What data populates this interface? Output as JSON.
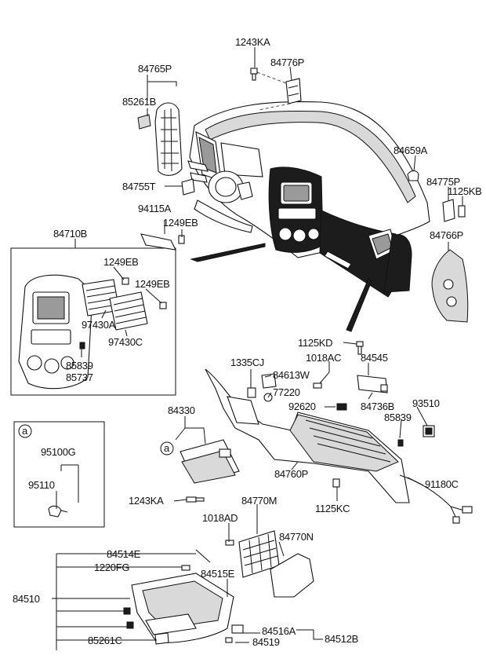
{
  "labels": [
    {
      "key": "l1243KA_top",
      "text": "1243KA"
    },
    {
      "key": "l84776P",
      "text": "84776P"
    },
    {
      "key": "l84765P",
      "text": "84765P"
    },
    {
      "key": "l85261B",
      "text": "85261B"
    },
    {
      "key": "l84659A",
      "text": "84659A"
    },
    {
      "key": "l84775P",
      "text": "84775P"
    },
    {
      "key": "l1125KB",
      "text": "1125KB"
    },
    {
      "key": "l84755T",
      "text": "84755T"
    },
    {
      "key": "l94115A",
      "text": "94115A"
    },
    {
      "key": "l1249EB_a",
      "text": "1249EB"
    },
    {
      "key": "l84766P",
      "text": "84766P"
    },
    {
      "key": "l84710B",
      "text": "84710B"
    },
    {
      "key": "l1249EB_b",
      "text": "1249EB"
    },
    {
      "key": "l1249EB_c",
      "text": "1249EB"
    },
    {
      "key": "l97430A",
      "text": "97430A"
    },
    {
      "key": "l97430C",
      "text": "97430C"
    },
    {
      "key": "l85839_a",
      "text": "85839"
    },
    {
      "key": "l85737",
      "text": "85737"
    },
    {
      "key": "l1125KD",
      "text": "1125KD"
    },
    {
      "key": "l1335CJ",
      "text": "1335CJ"
    },
    {
      "key": "l1018AC",
      "text": "1018AC"
    },
    {
      "key": "l84545",
      "text": "84545"
    },
    {
      "key": "l84613W",
      "text": "84613W"
    },
    {
      "key": "l77220",
      "text": "77220"
    },
    {
      "key": "l92620",
      "text": "92620"
    },
    {
      "key": "l84736B",
      "text": "84736B"
    },
    {
      "key": "l93510",
      "text": "93510"
    },
    {
      "key": "l85839_b",
      "text": "85839"
    },
    {
      "key": "lcircleA_box",
      "text": "a"
    },
    {
      "key": "l95100G",
      "text": "95100G"
    },
    {
      "key": "l95110",
      "text": "95110"
    },
    {
      "key": "l84330",
      "text": "84330"
    },
    {
      "key": "lcircleA_main",
      "text": "a"
    },
    {
      "key": "l84760P",
      "text": "84760P"
    },
    {
      "key": "l91180C",
      "text": "91180C"
    },
    {
      "key": "l1243KA_bot",
      "text": "1243KA"
    },
    {
      "key": "l1125KC",
      "text": "1125KC"
    },
    {
      "key": "l84770M",
      "text": "84770M"
    },
    {
      "key": "l1018AD",
      "text": "1018AD"
    },
    {
      "key": "l84770N",
      "text": "84770N"
    },
    {
      "key": "l84514E",
      "text": "84514E"
    },
    {
      "key": "l1220FG",
      "text": "1220FG"
    },
    {
      "key": "l84515E",
      "text": "84515E"
    },
    {
      "key": "l84510",
      "text": "84510"
    },
    {
      "key": "l84516A",
      "text": "84516A"
    },
    {
      "key": "l84512B",
      "text": "84512B"
    },
    {
      "key": "l84519",
      "text": "84519"
    },
    {
      "key": "l85261C",
      "text": "85261C"
    }
  ]
}
